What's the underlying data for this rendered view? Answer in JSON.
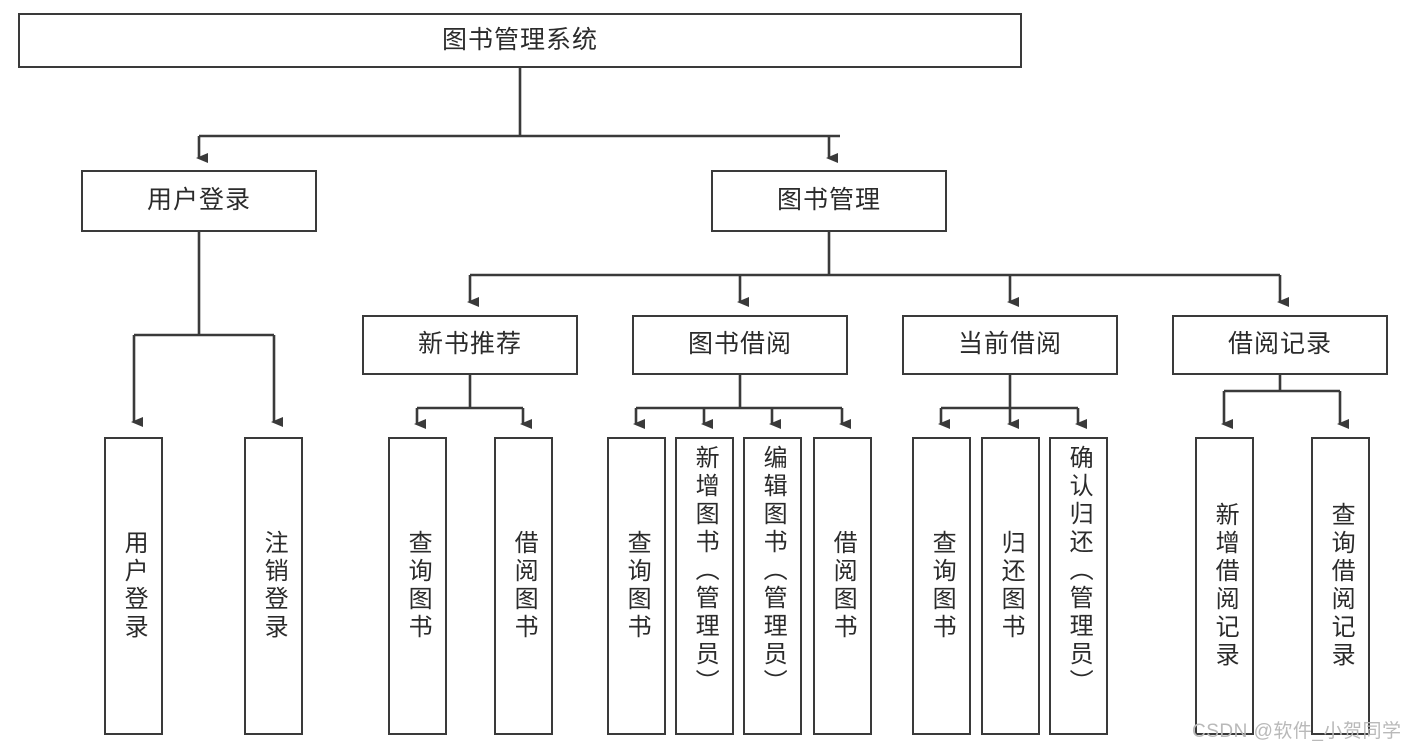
{
  "diagram": {
    "type": "tree-hierarchy-diagram",
    "title": "图书管理系统",
    "watermark": "CSDN @软件_小贺同学",
    "colors": {
      "box_border": "#3a3a3a",
      "box_fill": "#ffffff",
      "connector": "#3a3a3a",
      "text": "#2b2b2b",
      "watermark": "#b9b9b9",
      "background": "#ffffff"
    },
    "root": {
      "label": "图书管理系统"
    },
    "level2": [
      {
        "label": "用户登录"
      },
      {
        "label": "图书管理"
      }
    ],
    "level3": [
      {
        "label": "新书推荐"
      },
      {
        "label": "图书借阅"
      },
      {
        "label": "当前借阅"
      },
      {
        "label": "借阅记录"
      }
    ],
    "leaves": {
      "user_login": [
        {
          "label": "用户登录"
        },
        {
          "label": "注销登录"
        }
      ],
      "new_book_recommend": [
        {
          "label": "查询图书"
        },
        {
          "label": "借阅图书"
        }
      ],
      "book_borrow": [
        {
          "label": "查询图书"
        },
        {
          "label": "新增图书（管理员）"
        },
        {
          "label": "编辑图书（管理员）"
        },
        {
          "label": "借阅图书"
        }
      ],
      "current_borrow": [
        {
          "label": "查询图书"
        },
        {
          "label": "归还图书"
        },
        {
          "label": "确认归还（管理员）"
        }
      ],
      "borrow_record": [
        {
          "label": "新增借阅记录"
        },
        {
          "label": "查询借阅记录"
        }
      ]
    }
  }
}
